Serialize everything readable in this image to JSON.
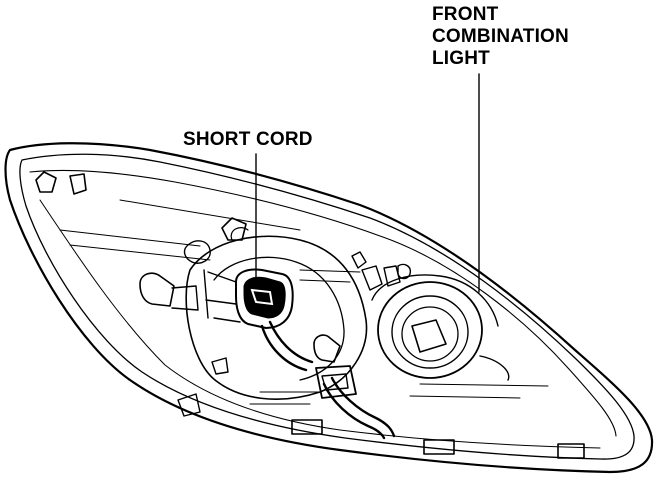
{
  "labels": {
    "front_combination_light": [
      "FRONT",
      "COMBINATION",
      "LIGHT"
    ],
    "short_cord": "SHORT CORD"
  },
  "colors": {
    "ink": "#000000",
    "background": "#ffffff"
  }
}
